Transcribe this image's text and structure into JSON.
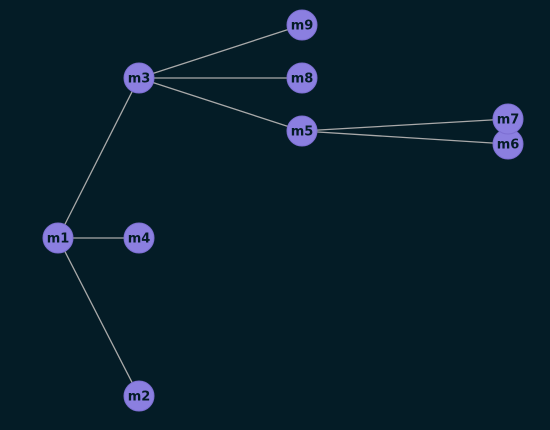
{
  "graph": {
    "background": "#041c26",
    "node_color": "#8b7fe0",
    "edge_color": "#a9a9a9",
    "label_color": "#041c26",
    "nodes": [
      {
        "id": "m1",
        "label": "m1"
      },
      {
        "id": "m2",
        "label": "m2"
      },
      {
        "id": "m3",
        "label": "m3"
      },
      {
        "id": "m4",
        "label": "m4"
      },
      {
        "id": "m5",
        "label": "m5"
      },
      {
        "id": "m6",
        "label": "m6"
      },
      {
        "id": "m7",
        "label": "m7"
      },
      {
        "id": "m8",
        "label": "m8"
      },
      {
        "id": "m9",
        "label": "m9"
      }
    ],
    "edges": [
      {
        "source": "m1",
        "target": "m3"
      },
      {
        "source": "m1",
        "target": "m4"
      },
      {
        "source": "m1",
        "target": "m2"
      },
      {
        "source": "m3",
        "target": "m9"
      },
      {
        "source": "m3",
        "target": "m8"
      },
      {
        "source": "m3",
        "target": "m5"
      },
      {
        "source": "m5",
        "target": "m7"
      },
      {
        "source": "m5",
        "target": "m6"
      }
    ]
  }
}
